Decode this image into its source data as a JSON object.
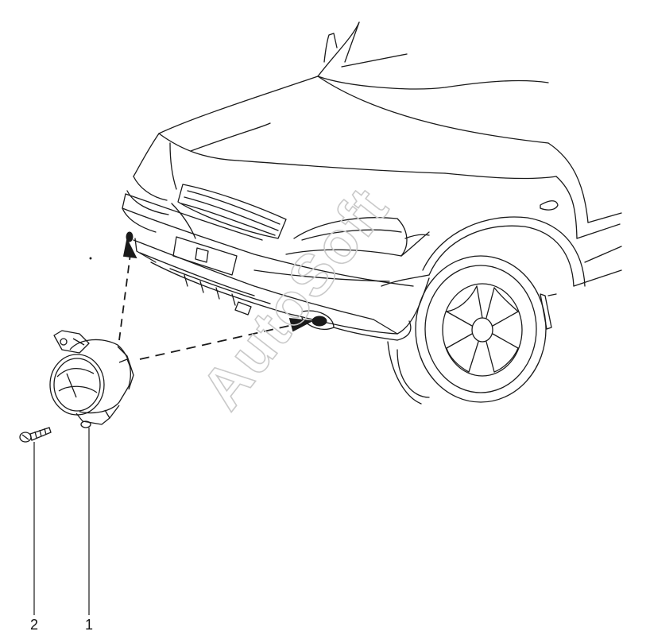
{
  "diagram": {
    "callouts": [
      {
        "number": "1",
        "part": "fog-lamp-assembly"
      },
      {
        "number": "2",
        "part": "mounting-screw"
      }
    ],
    "watermark": "AutoSoft",
    "colors": {
      "line": "#1a1a1a",
      "watermark": "#c9c9c9",
      "background": "#ffffff"
    }
  }
}
